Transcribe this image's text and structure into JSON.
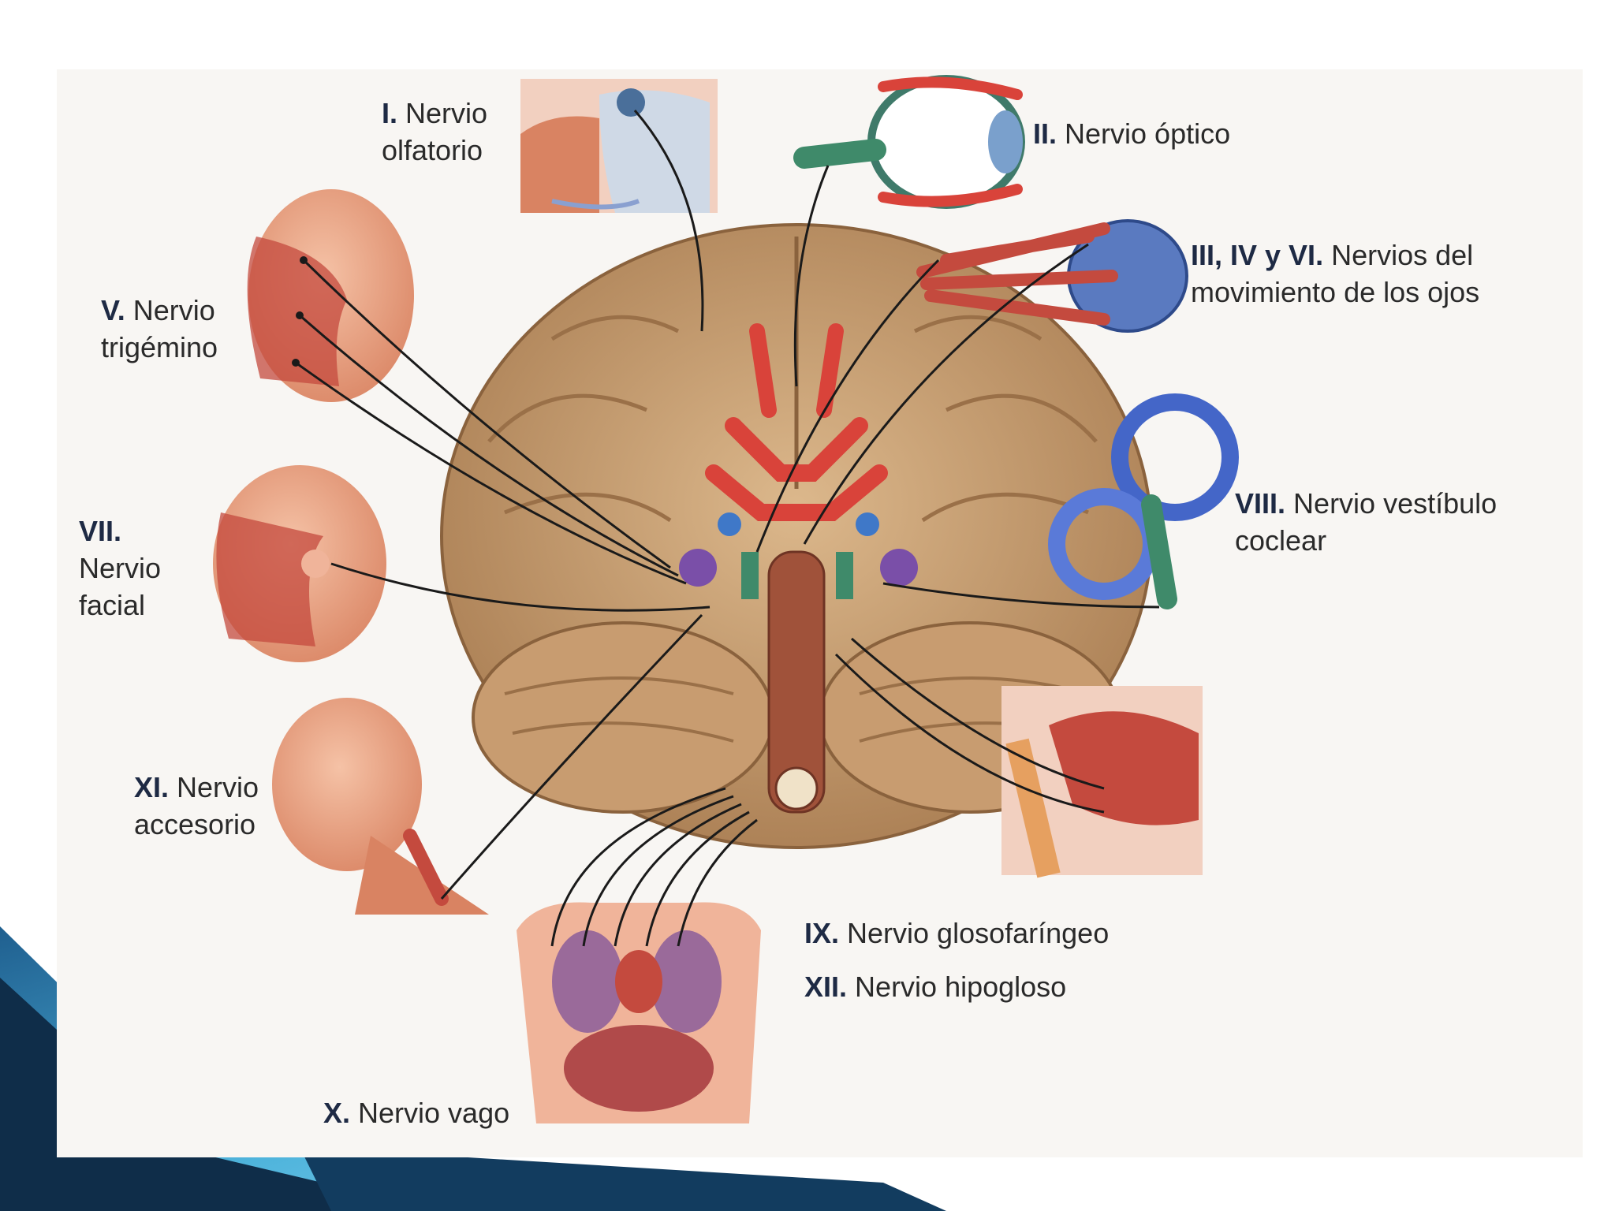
{
  "slide": {
    "accent_colors": [
      "#1f5f8f",
      "#4fb4dc",
      "#0f2d49"
    ]
  },
  "labels": {
    "olfatorio": {
      "num": "I.",
      "line1": "Nervio",
      "line2": "olfatorio"
    },
    "optico": {
      "num": "II.",
      "line1": "Nervio óptico"
    },
    "ojos": {
      "num": "III, IV y VI.",
      "line1": "Nervios del",
      "line2": "movimiento de los ojos"
    },
    "trigemino": {
      "num": "V.",
      "line1": "Nervio",
      "line2": "trigémino"
    },
    "facial": {
      "num": "VII.",
      "line1": "Nervio",
      "line2": "facial"
    },
    "vestibulo": {
      "num": "VIII.",
      "line1": "Nervio vestíbulo",
      "line2": "coclear"
    },
    "accesorio": {
      "num": "XI.",
      "line1": "Nervio",
      "line2": "accesorio"
    },
    "glosofaringeo": {
      "num": "IX.",
      "line1": "Nervio glosofaríngeo"
    },
    "hipogloso": {
      "num": "XII.",
      "line1": "Nervio hipogloso"
    },
    "vago": {
      "num": "X.",
      "line1": "Nervio vago"
    }
  },
  "icons": [
    "nose-cross-section",
    "eyeball",
    "eye-muscles",
    "head-trigeminal",
    "head-facial",
    "inner-ear",
    "neck-accessory",
    "throat-tongue",
    "torso-organs",
    "brain-underside"
  ],
  "colors": {
    "brain": "#c9a176",
    "artery": "#d9433a",
    "skin": "#e7957b",
    "muscle": "#c44a3e",
    "ear": "#4466c8",
    "nerve": "#1a1a1a"
  }
}
